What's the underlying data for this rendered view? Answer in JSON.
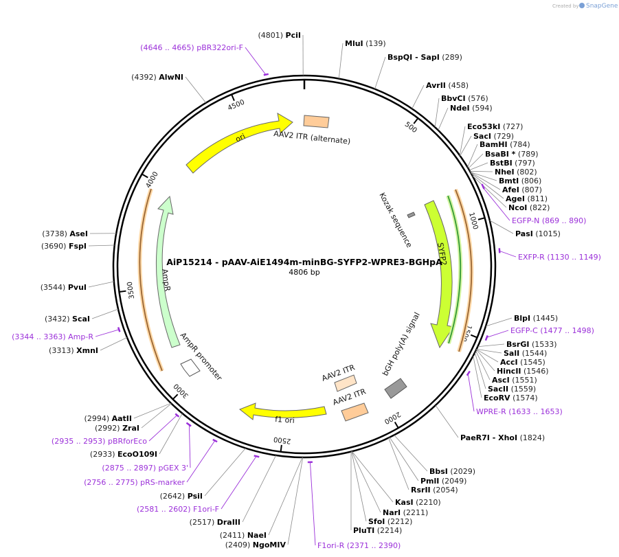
{
  "plasmid": {
    "title": "AiP15214 - pAAV-AiE1494m-minBG-SYFP2-WPRE3-BGHpA",
    "length_label": "4806 bp",
    "length": 4806
  },
  "branding": {
    "created_by": "Created by",
    "app": "SnapGene"
  },
  "ticks": [
    {
      "bp": 500,
      "label": "500"
    },
    {
      "bp": 1000,
      "label": "1000"
    },
    {
      "bp": 1500,
      "label": "1500"
    },
    {
      "bp": 2000,
      "label": "2000"
    },
    {
      "bp": 2500,
      "label": "2500"
    },
    {
      "bp": 3000,
      "label": "3000"
    },
    {
      "bp": 3500,
      "label": "3500"
    },
    {
      "bp": 4000,
      "label": "4000"
    },
    {
      "bp": 4500,
      "label": "4500"
    }
  ],
  "features": [
    {
      "name": "ori",
      "type": "arrow",
      "color": "#ffff00",
      "label": "ori"
    },
    {
      "name": "AAV2 ITR (alternate)",
      "type": "box",
      "color": "#ffcc99",
      "label": "AAV2 ITR (alternate)"
    },
    {
      "name": "Kozak sequence",
      "type": "box",
      "color": "#999999",
      "label": "Kozak sequence"
    },
    {
      "name": "SYFP2",
      "type": "arrow",
      "color": "#ccff33",
      "label": "SYFP2"
    },
    {
      "name": "bGH poly(A) signal",
      "type": "box",
      "color": "#999999",
      "label": "bGH poly(A) signal"
    },
    {
      "name": "AAV2 ITR",
      "type": "box",
      "color": "#ffcc99",
      "label": "AAV2 ITR"
    },
    {
      "name": "f1 ori",
      "type": "arrow",
      "color": "#ffff00",
      "label": "f1 ori"
    },
    {
      "name": "AmpR",
      "type": "arrow",
      "color": "#ccffcc",
      "label": "AmpR"
    },
    {
      "name": "AmpR promoter",
      "type": "arrow",
      "color": "#ffffff",
      "label": "AmpR promoter"
    }
  ],
  "sites": [
    {
      "name": "PciI",
      "pos": "(4801)",
      "bp": 4801
    },
    {
      "name": "MluI",
      "pos": "(139)",
      "bp": 139
    },
    {
      "name": "BspQI",
      "extra": "- SapI",
      "pos": "(289)",
      "bp": 289
    },
    {
      "name": "AvrII",
      "pos": "(458)",
      "bp": 458
    },
    {
      "name": "BbvCI",
      "pos": "(576)",
      "bp": 576
    },
    {
      "name": "NdeI",
      "pos": "(594)",
      "bp": 594
    },
    {
      "name": "Eco53kI",
      "pos": "(727)",
      "bp": 727
    },
    {
      "name": "SacI",
      "pos": "(729)",
      "bp": 729
    },
    {
      "name": "BamHI",
      "pos": "(784)",
      "bp": 784
    },
    {
      "name": "BsaBI *",
      "pos": "(789)",
      "bp": 789
    },
    {
      "name": "BstBI",
      "pos": "(797)",
      "bp": 797
    },
    {
      "name": "NheI",
      "pos": "(802)",
      "bp": 802
    },
    {
      "name": "BmtI",
      "pos": "(806)",
      "bp": 806
    },
    {
      "name": "AfeI",
      "pos": "(807)",
      "bp": 807
    },
    {
      "name": "AgeI",
      "pos": "(811)",
      "bp": 811
    },
    {
      "name": "NcoI",
      "pos": "(822)",
      "bp": 822
    },
    {
      "name": "PasI",
      "pos": "(1015)",
      "bp": 1015
    },
    {
      "name": "BlpI",
      "pos": "(1445)",
      "bp": 1445
    },
    {
      "name": "BsrGI",
      "pos": "(1533)",
      "bp": 1533
    },
    {
      "name": "SalI",
      "pos": "(1544)",
      "bp": 1544
    },
    {
      "name": "AccI",
      "pos": "(1545)",
      "bp": 1545
    },
    {
      "name": "HincII",
      "pos": "(1546)",
      "bp": 1546
    },
    {
      "name": "AscI",
      "pos": "(1551)",
      "bp": 1551
    },
    {
      "name": "SacII",
      "pos": "(1559)",
      "bp": 1559
    },
    {
      "name": "EcoRV",
      "pos": "(1574)",
      "bp": 1574
    },
    {
      "name": "PaeR7I",
      "extra": "- XhoI",
      "pos": "(1824)",
      "bp": 1824
    },
    {
      "name": "BbsI",
      "pos": "(2029)",
      "bp": 2029
    },
    {
      "name": "PmlI",
      "pos": "(2049)",
      "bp": 2049
    },
    {
      "name": "RsrII",
      "pos": "(2054)",
      "bp": 2054
    },
    {
      "name": "KasI",
      "pos": "(2210)",
      "bp": 2210
    },
    {
      "name": "NarI",
      "pos": "(2211)",
      "bp": 2211
    },
    {
      "name": "SfoI",
      "pos": "(2212)",
      "bp": 2212
    },
    {
      "name": "PluTI",
      "pos": "(2214)",
      "bp": 2214
    },
    {
      "name": "NaeI",
      "pos": "(2411)",
      "bp": 2411
    },
    {
      "name": "NgoMIV",
      "pos": "(2409)",
      "bp": 2409
    },
    {
      "name": "DraIII",
      "pos": "(2517)",
      "bp": 2517
    },
    {
      "name": "PsiI",
      "pos": "(2642)",
      "bp": 2642
    },
    {
      "name": "EcoO109I",
      "pos": "(2933)",
      "bp": 2933
    },
    {
      "name": "ZraI",
      "pos": "(2992)",
      "bp": 2992
    },
    {
      "name": "AatII",
      "pos": "(2994)",
      "bp": 2994
    },
    {
      "name": "XmnI",
      "pos": "(3313)",
      "bp": 3313
    },
    {
      "name": "ScaI",
      "pos": "(3432)",
      "bp": 3432
    },
    {
      "name": "PvuI",
      "pos": "(3544)",
      "bp": 3544
    },
    {
      "name": "FspI",
      "pos": "(3690)",
      "bp": 3690
    },
    {
      "name": "AseI",
      "pos": "(3738)",
      "bp": 3738
    },
    {
      "name": "AlwNI",
      "pos": "(4392)",
      "bp": 4392
    }
  ],
  "primers": [
    {
      "name": "pBR322ori-F",
      "range": "(4646 .. 4665)",
      "start": 4646,
      "end": 4665
    },
    {
      "name": "EGFP-N",
      "range": "(869 .. 890)",
      "start": 869,
      "end": 890
    },
    {
      "name": "EXFP-R",
      "range": "(1130 .. 1149)",
      "start": 1130,
      "end": 1149
    },
    {
      "name": "EGFP-C",
      "range": "(1477 .. 1498)",
      "start": 1477,
      "end": 1498
    },
    {
      "name": "WPRE-R",
      "range": "(1633 .. 1653)",
      "start": 1633,
      "end": 1653
    },
    {
      "name": "F1ori-R",
      "range": "(2371 .. 2390)",
      "start": 2371,
      "end": 2390
    },
    {
      "name": "F1ori-F",
      "range": "(2581 .. 2602)",
      "start": 2581,
      "end": 2602
    },
    {
      "name": "pRS-marker",
      "range": "(2756 .. 2775)",
      "start": 2756,
      "end": 2775
    },
    {
      "name": "pGEX 3'",
      "range": "(2875 .. 2897)",
      "start": 2875,
      "end": 2897
    },
    {
      "name": "pBRforEco",
      "range": "(2935 .. 2953)",
      "start": 2935,
      "end": 2953
    },
    {
      "name": "Amp-R",
      "range": "(3344 .. 3363)",
      "start": 3344,
      "end": 3363
    }
  ]
}
